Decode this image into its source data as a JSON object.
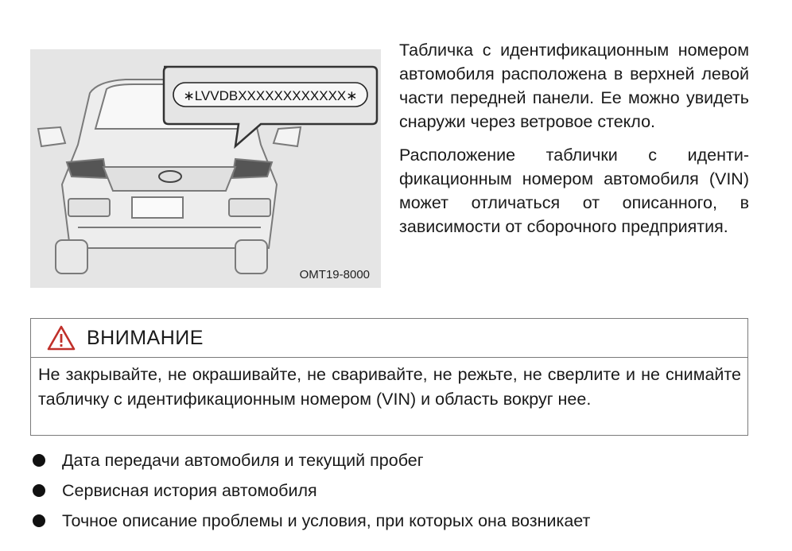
{
  "figure": {
    "vin_label": "∗LVVDBXXXXXXXXXXXX∗",
    "code": "OMT19-8000"
  },
  "side_text": {
    "p1": "Табличка с идентификационным номером автомобиля расположена в верхней левой части передней панели. Ее можно увидеть снаружи через ветровое стекло.",
    "p2": "Расположение таблички с иденти­фикационным номером автомобиля (VIN) может отличаться от описан­ного, в зависимости от сборочного предприятия."
  },
  "warning": {
    "icon": "warning-triangle-icon",
    "title": "ВНИМАНИЕ",
    "text": "Не закрывайте, не окрашивайте, не сваривайте, не режьте, не сверлите и не снимайте табличку с идентификационным номером (VIN) и область вокруг нее."
  },
  "bullets": [
    "Дата передачи автомобиля и текущий пробег",
    "Сервисная история автомобиля",
    "Точное описание проблемы и условия, при которых она возникает"
  ]
}
